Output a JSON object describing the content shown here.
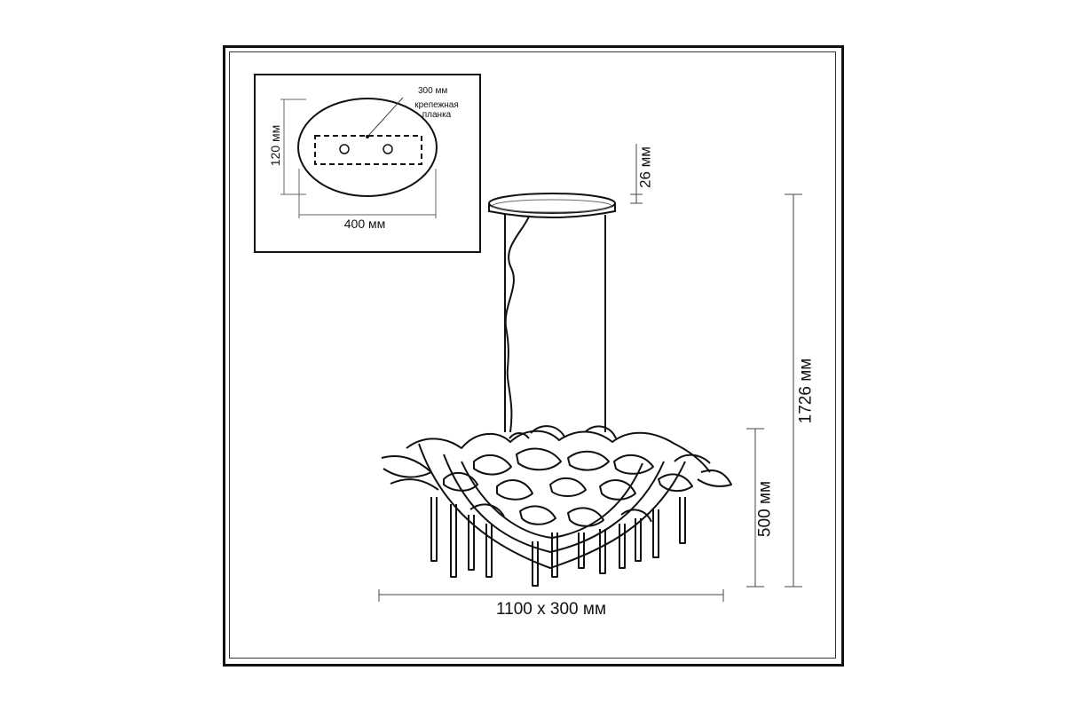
{
  "inset": {
    "depth_label": "120 мм",
    "width_label": "400 мм",
    "plate_size_label": "300 мм",
    "plate_name_label": "крепежная планка"
  },
  "dimensions": {
    "canopy_height_label": "26 мм",
    "total_height_label": "1726 мм",
    "body_height_label": "500 мм",
    "body_size_label": "1100 x 300 мм"
  },
  "colors": {
    "line": "#111111",
    "dimension": "#444444",
    "canopy_rim": "#6b6b6b"
  }
}
